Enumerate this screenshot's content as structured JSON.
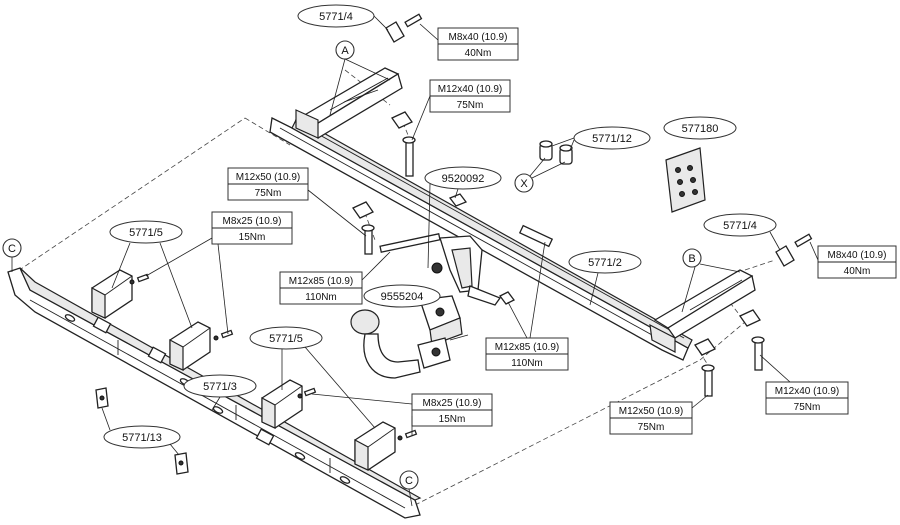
{
  "part_labels": {
    "p5771_4_top": "5771/4",
    "p5771_4_right": "5771/4",
    "p5771_12": "5771/12",
    "p577180": "577180",
    "p9520092": "9520092",
    "p5771_2": "5771/2",
    "p9555204": "9555204",
    "p5771_5_left": "5771/5",
    "p5771_5_mid": "5771/5",
    "p5771_3": "5771/3",
    "p5771_13": "5771/13"
  },
  "bolt_specs": {
    "m8x40_top": {
      "size": "M8x40 (10.9)",
      "torque": "40Nm"
    },
    "m12x40_top": {
      "size": "M12x40 (10.9)",
      "torque": "75Nm"
    },
    "m12x50_left": {
      "size": "M12x50 (10.9)",
      "torque": "75Nm"
    },
    "m8x25_left": {
      "size": "M8x25 (10.9)",
      "torque": "15Nm"
    },
    "m12x85_left": {
      "size": "M12x85 (10.9)",
      "torque": "110Nm"
    },
    "m12x85_mid": {
      "size": "M12x85 (10.9)",
      "torque": "110Nm"
    },
    "m8x25_mid": {
      "size": "M8x25 (10.9)",
      "torque": "15Nm"
    },
    "m8x40_right": {
      "size": "M8x40 (10.9)",
      "torque": "40Nm"
    },
    "m12x40_right": {
      "size": "M12x40 (10.9)",
      "torque": "75Nm"
    },
    "m12x50_bottom": {
      "size": "M12x50 (10.9)",
      "torque": "75Nm"
    }
  },
  "markers": {
    "a": "A",
    "b": "B",
    "x": "X",
    "c_left": "C",
    "c_right": "C"
  }
}
